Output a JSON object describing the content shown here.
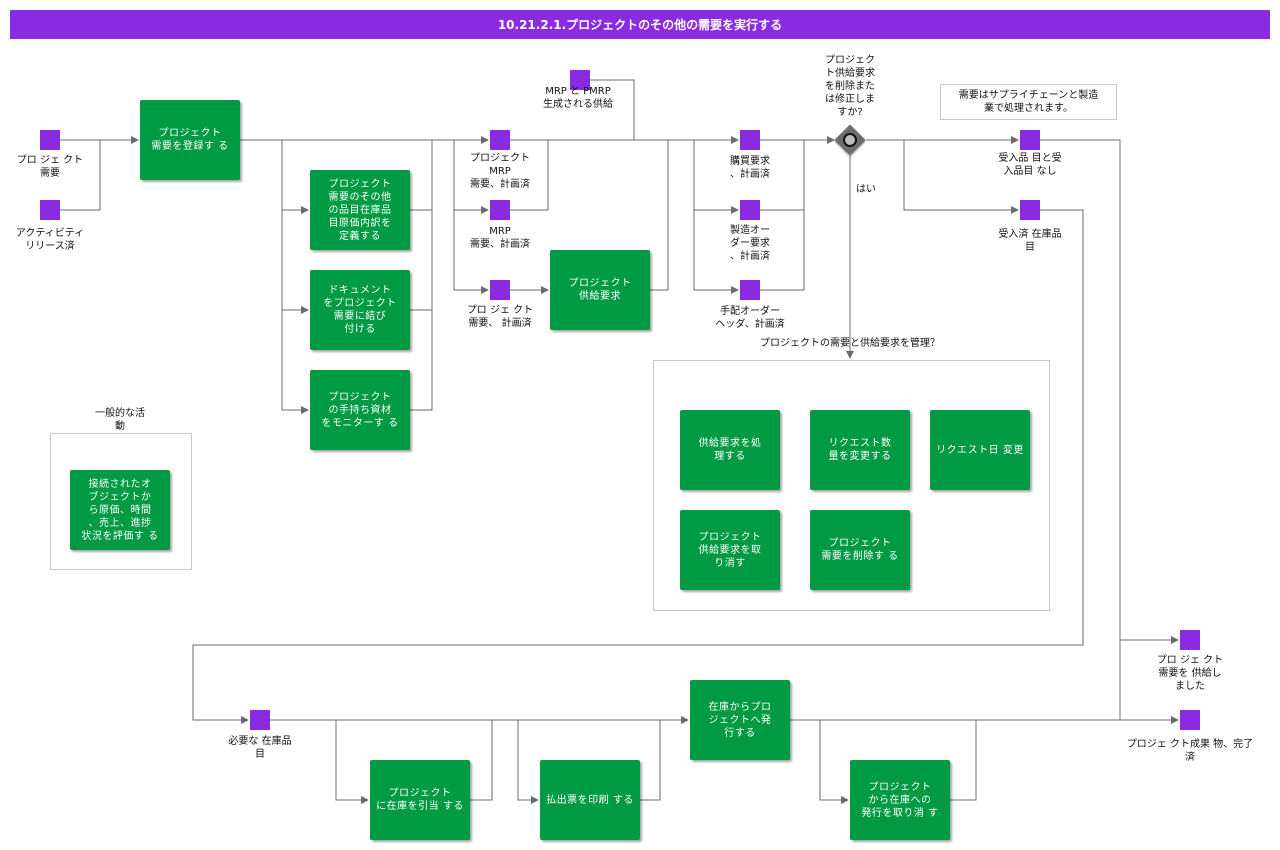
{
  "header": {
    "title": "10.21.2.1.プロジェクトのその他の需要を実行する"
  },
  "tasks": {
    "register_demand": "プロジェクト\n需要を登録す る",
    "define_other": "プロジェクト\n需要のその他\nの品目在庫品\n目原価内訳を\n定義する",
    "attach_document": "ドキュメント\nをプロジェクト\n需要に結び\n付ける",
    "monitor_materials": "プロジェクト\nの手持ち資材\nをモニターす る",
    "supply_request": "プロジェクト\n供給要求",
    "evaluate_cost": "接続されたオ\nブジェクトか\nら原価、時間\n、売上、進捗\n状況を評価す る",
    "process_supply": "供給要求を処\n理する",
    "change_qty": "リクエスト数\n量を変更する",
    "change_date": "リクエスト日 変更",
    "cancel_supply": "プロジェクト\n供給要求を取\nり消す",
    "delete_demand": "プロジェクト\n需要を削除す る",
    "issue_from_stock": "在庫からプロ\nジェクトへ発\n行する",
    "allocate_stock": "プロジェクト\nに在庫を引当 する",
    "print_picklist": "払出票を印刷 する",
    "cancel_issue": "プロジェクト\nから在庫への\n発行を取り消 す"
  },
  "events": {
    "project_demand": "プロ ジェ クト\n需要",
    "activity_released": "アクティビティ\nリリース済",
    "mrp_pmrp_supply": "MRP と PMRP\n生成される供給",
    "project_mrp_planned": "プロジェクト\nMRP\n需要、計画済",
    "mrp_planned": "MRP\n需要、計画済",
    "project_demand_planned": "プロ ジェ クト\n需要、 計画済",
    "purchase_req_planned": "購買要求\n、計画済",
    "mfg_order_req_planned": "製造オー\nダー要求\n、計画済",
    "dispatch_header_planned": "手配オーダー\nヘッダ、計画済",
    "received_no_inventory": "受入品 目と受\n入品目 なし",
    "received_inventory": "受入済 在庫品\n目",
    "required_inventory": "必要な 在庫品\n目",
    "demand_supplied": "プロ ジェ クト\n需要を 供給し\nました",
    "deliverable_done": "プロジェ クト成果 物、完了\n済"
  },
  "gateway": {
    "question": "プロジェク\nト供給要求\nを削除また\nは修正しま\nすか?",
    "yes_label": "はい"
  },
  "groups": {
    "manage_title": "プロジェクトの需要と供給要求を管理？",
    "general_title": "一般的な活\n動"
  },
  "note": {
    "text": "需要はサプライチェーンと製造\n業で処理されます。"
  },
  "colors": {
    "header": "#8a2be2",
    "task": "#009a44",
    "event": "#8a2be2",
    "gateway": "#6d6d6d"
  }
}
